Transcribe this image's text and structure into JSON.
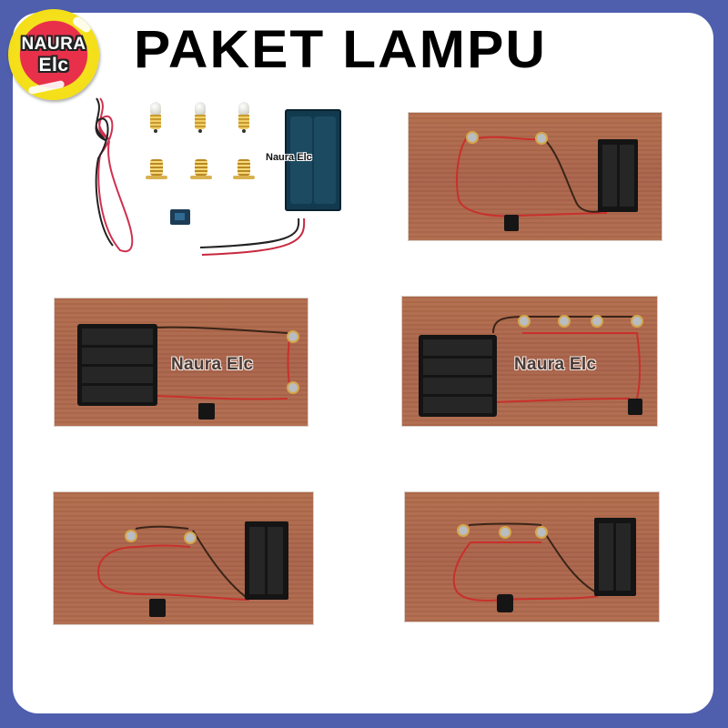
{
  "border_color": "#4f5fae",
  "logo": {
    "line1": "NAURA",
    "line2": "Elc",
    "colors": {
      "ring": "#f2dc12",
      "blob": "#e8304a",
      "text": "#ffffff"
    }
  },
  "title": "PAKET LAMPU",
  "watermark": "Naura Elc",
  "kit_photo": {
    "items": [
      "red-black-wire",
      "bulb",
      "bulb",
      "bulb",
      "bulb-holder",
      "bulb-holder",
      "bulb-holder",
      "rocker-switch",
      "2xAA-battery-holder"
    ],
    "watermark": "Naura Elc"
  },
  "circuits": [
    {
      "id": "board-2-bulbs-series-2aa",
      "bulbs": 2,
      "battery_cells": 2,
      "switch": true,
      "watermark": ""
    },
    {
      "id": "board-2-bulbs-4aa",
      "bulbs": 2,
      "battery_cells": 4,
      "switch": true,
      "watermark": "Naura Elc"
    },
    {
      "id": "board-4-bulbs-parallel-4aa",
      "bulbs": 4,
      "battery_cells": 4,
      "switch": true,
      "watermark": "Naura Elc"
    },
    {
      "id": "board-2-bulbs-parallel-2aa",
      "bulbs": 2,
      "battery_cells": 2,
      "switch": true,
      "watermark": ""
    },
    {
      "id": "board-3-bulbs-parallel-2aa",
      "bulbs": 3,
      "battery_cells": 2,
      "switch": true,
      "watermark": ""
    }
  ]
}
